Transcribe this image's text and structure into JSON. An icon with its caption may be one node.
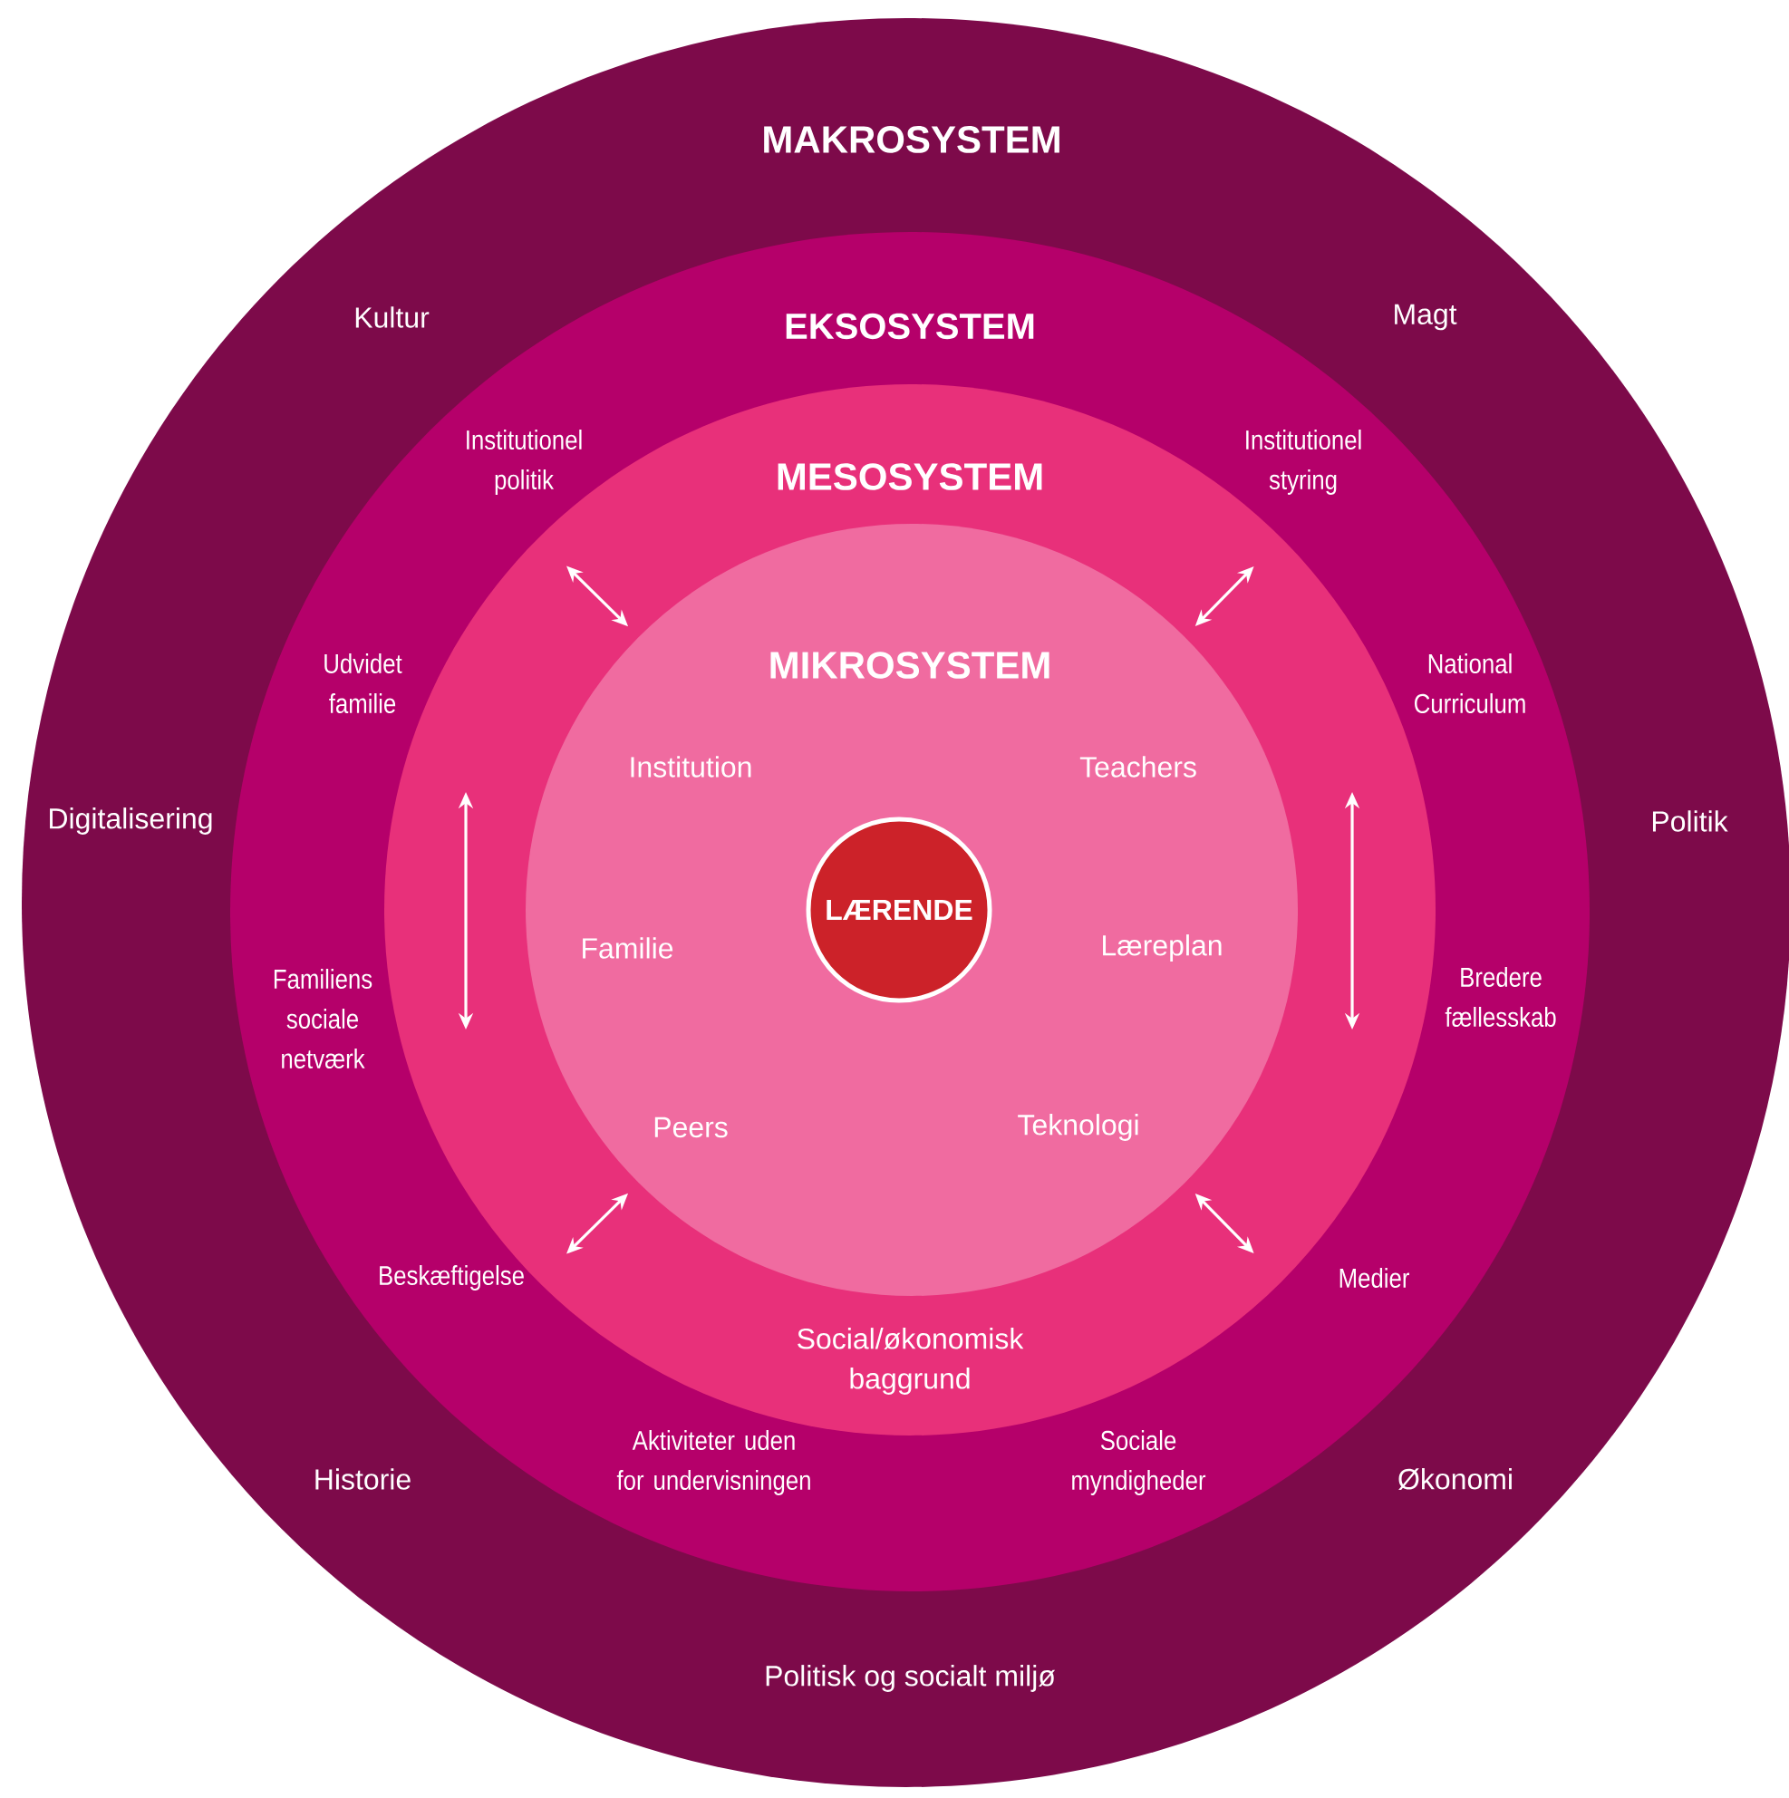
{
  "diagram": {
    "nodes": [
      {
        "text": [
          "MAKROSYSTEM",
          "Kultur",
          "Magt",
          "Digitalisering",
          "Politik",
          "Historie",
          "Økonomi",
          "Politisk og socialt miljø"
        ]
      },
      {
        "text": [
          "EKSOSYSTEM",
          "Institutionel politik",
          "Institutionel styring",
          "Udvidet familie",
          "National Curriculum",
          "Familiens sociale netværk",
          "Bredere fællesskab",
          "Beskæftigelse",
          "Medier",
          "Aktiviteter uden for undervisningen",
          "Sociale myndigheder"
        ],
        "in": 0
      },
      {
        "text": [
          "MESOSYSTEM",
          "Social/økonomisk baggrund"
        ],
        "in": 1
      },
      {
        "text": [
          "MIKROSYSTEM",
          "Institution",
          "Teachers",
          "Familie",
          "Læreplan",
          "Peers",
          "Teknologi"
        ],
        "in": 2
      },
      {
        "text": [
          "LÆRENDE"
        ],
        "in": 3
      }
    ],
    "edges": [
      {
        "from": 3,
        "to": 2,
        "arrow": "both"
      },
      {
        "from": 3,
        "to": 2,
        "arrow": "both"
      },
      {
        "from": 3,
        "to": 2,
        "arrow": "both"
      },
      {
        "from": 3,
        "to": 2,
        "arrow": "both"
      }
    ]
  }
}
